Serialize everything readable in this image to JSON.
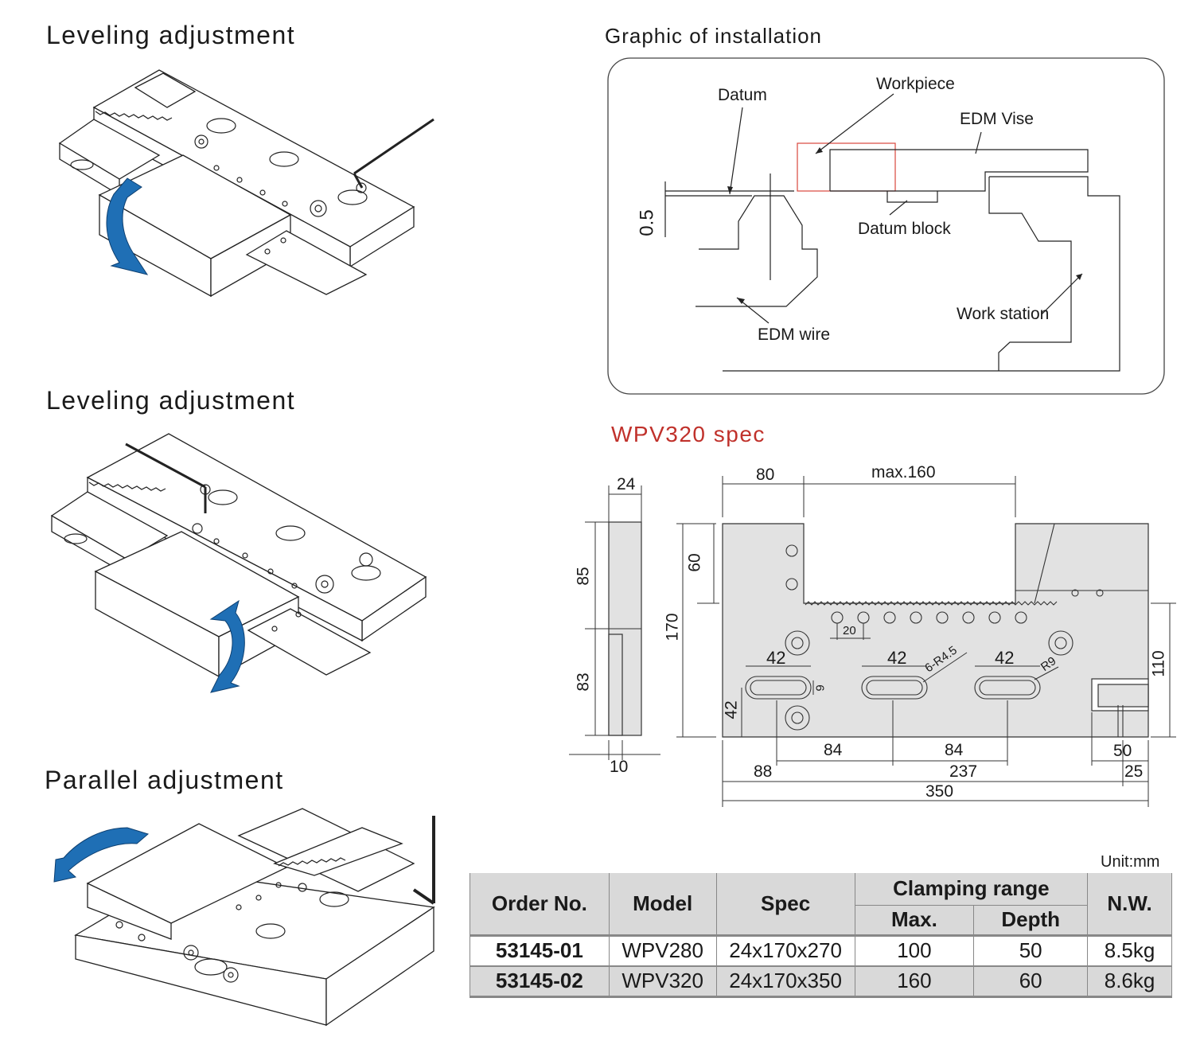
{
  "left": {
    "heading1": "Leveling adjustment",
    "heading2": "Leveling adjustment",
    "heading3": "Parallel adjustment"
  },
  "installation": {
    "title": "Graphic of installation",
    "labels": {
      "datum": "Datum",
      "workpiece": "Workpiece",
      "edm_vise": "EDM Vise",
      "datum_block": "Datum block",
      "edm_wire": "EDM wire",
      "work_station": "Work station",
      "offset": "0.5"
    }
  },
  "spec": {
    "title": "WPV320  spec",
    "dims": {
      "d24": "24",
      "d85": "85",
      "d83": "83",
      "d10": "10",
      "d80": "80",
      "dmax": "max.160",
      "d170": "170",
      "d60": "60",
      "d20": "20",
      "d42a": "42",
      "d42b": "42",
      "d42c": "42",
      "d42v": "42",
      "d9": "9",
      "dr45": "6-R4.5",
      "dr9": "R9",
      "d110": "110",
      "d84a": "84",
      "d84b": "84",
      "d50": "50",
      "d88": "88",
      "d237": "237",
      "d25": "25",
      "d350": "350"
    }
  },
  "table": {
    "unit": "Unit:mm",
    "headers": {
      "order": "Order No.",
      "model": "Model",
      "spec": "Spec",
      "clamping": "Clamping range",
      "max": "Max.",
      "depth": "Depth",
      "nw": "N.W."
    },
    "rows": [
      {
        "order": "53145-01",
        "model": "WPV280",
        "spec": "24x170x270",
        "max": "100",
        "depth": "50",
        "nw": "8.5kg"
      },
      {
        "order": "53145-02",
        "model": "WPV320",
        "spec": "24x170x350",
        "max": "160",
        "depth": "60",
        "nw": "8.6kg"
      }
    ]
  },
  "colors": {
    "accent_red": "#c0312b",
    "arrow_blue": "#1f6fb5",
    "part_gray": "#e2e2e2",
    "header_gray": "#d9d9d9"
  }
}
